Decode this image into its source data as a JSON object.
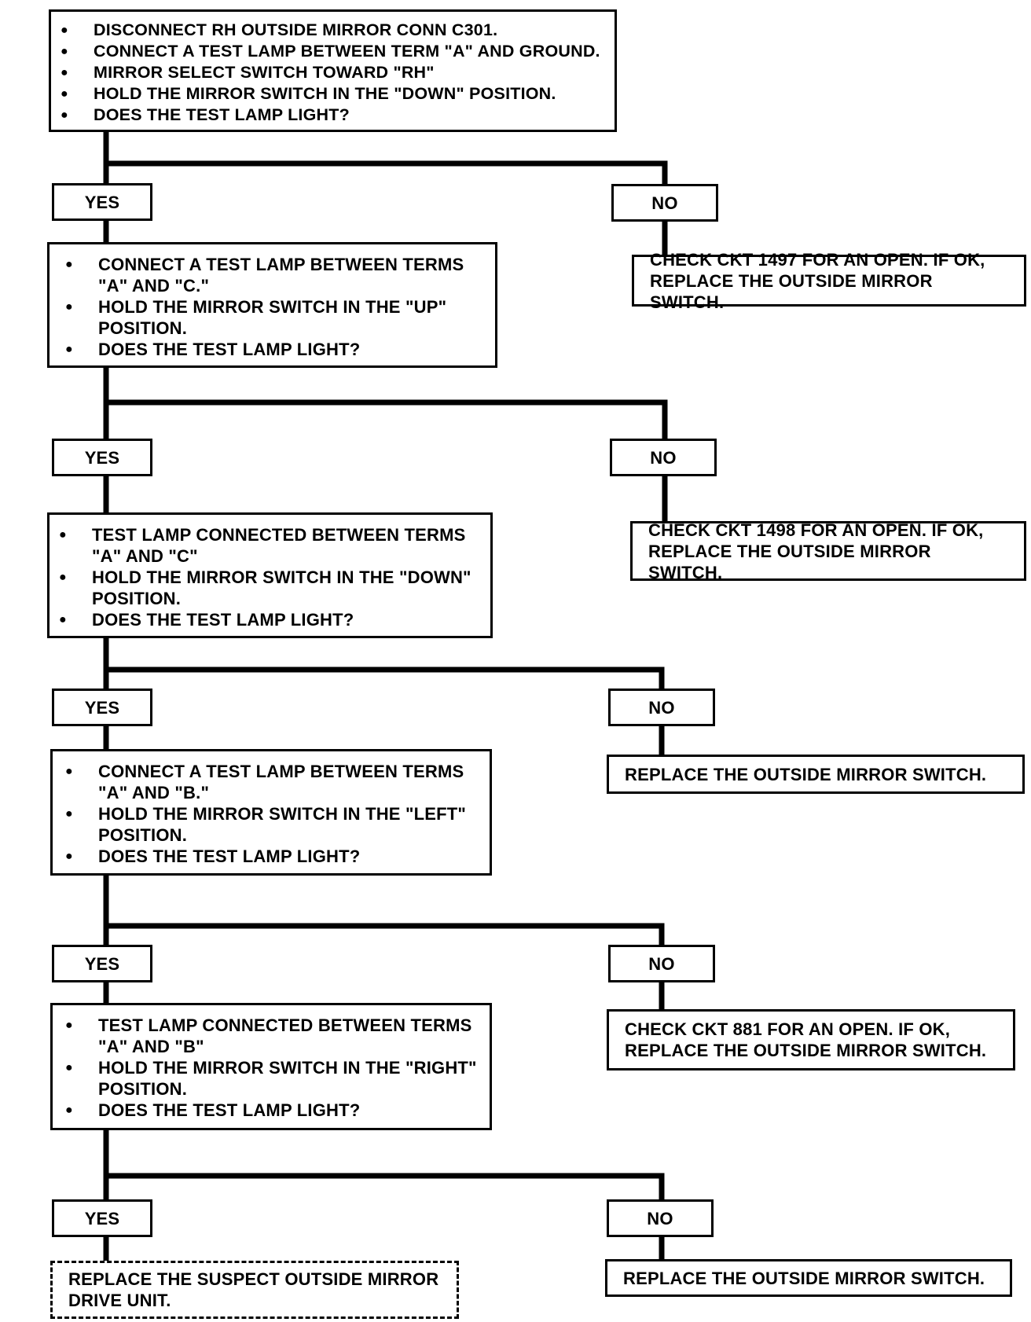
{
  "steps": [
    {
      "items": [
        "DISCONNECT RH OUTSIDE MIRROR CONN C301.",
        "CONNECT A TEST LAMP BETWEEN TERM \"A\" AND GROUND.",
        "MIRROR SELECT SWITCH TOWARD \"RH\"",
        "HOLD THE MIRROR SWITCH IN THE \"DOWN\" POSITION.",
        "DOES THE TEST LAMP LIGHT?"
      ]
    },
    {
      "items": [
        "CONNECT A TEST LAMP BETWEEN TERMS \"A\" AND \"C.\"",
        "HOLD THE MIRROR SWITCH IN THE \"UP\" POSITION.",
        "DOES THE TEST LAMP LIGHT?"
      ]
    },
    {
      "items": [
        "TEST LAMP CONNECTED BETWEEN TERMS \"A\" AND \"C\"",
        "HOLD THE MIRROR SWITCH IN THE \"DOWN\" POSITION.",
        "DOES THE TEST LAMP LIGHT?"
      ]
    },
    {
      "items": [
        "CONNECT A TEST LAMP BETWEEN TERMS \"A\" AND \"B.\"",
        "HOLD THE MIRROR SWITCH IN THE \"LEFT\" POSITION.",
        "DOES THE TEST LAMP LIGHT?"
      ]
    },
    {
      "items": [
        "TEST LAMP CONNECTED BETWEEN TERMS \"A\" AND \"B\"",
        "HOLD THE MIRROR SWITCH IN THE \"RIGHT\" POSITION.",
        "DOES THE TEST LAMP LIGHT?"
      ]
    }
  ],
  "labels": {
    "yes": "YES",
    "no": "NO"
  },
  "results": [
    {
      "lines": [
        "CHECK CKT 1497 FOR AN OPEN.  IF OK,",
        "REPLACE THE OUTSIDE MIRROR SWITCH."
      ]
    },
    {
      "lines": [
        "CHECK CKT 1498 FOR AN OPEN.  IF OK,",
        "REPLACE THE OUTSIDE MIRROR SWITCH."
      ]
    },
    {
      "lines": [
        "REPLACE THE OUTSIDE MIRROR SWITCH."
      ]
    },
    {
      "lines": [
        "CHECK CKT 881 FOR AN OPEN.  IF OK,",
        "REPLACE THE OUTSIDE MIRROR SWITCH."
      ]
    },
    {
      "lines": [
        "REPLACE THE OUTSIDE MIRROR SWITCH."
      ]
    }
  ],
  "final": {
    "lines": [
      "REPLACE THE SUSPECT OUTSIDE MIRROR",
      "DRIVE UNIT."
    ]
  }
}
